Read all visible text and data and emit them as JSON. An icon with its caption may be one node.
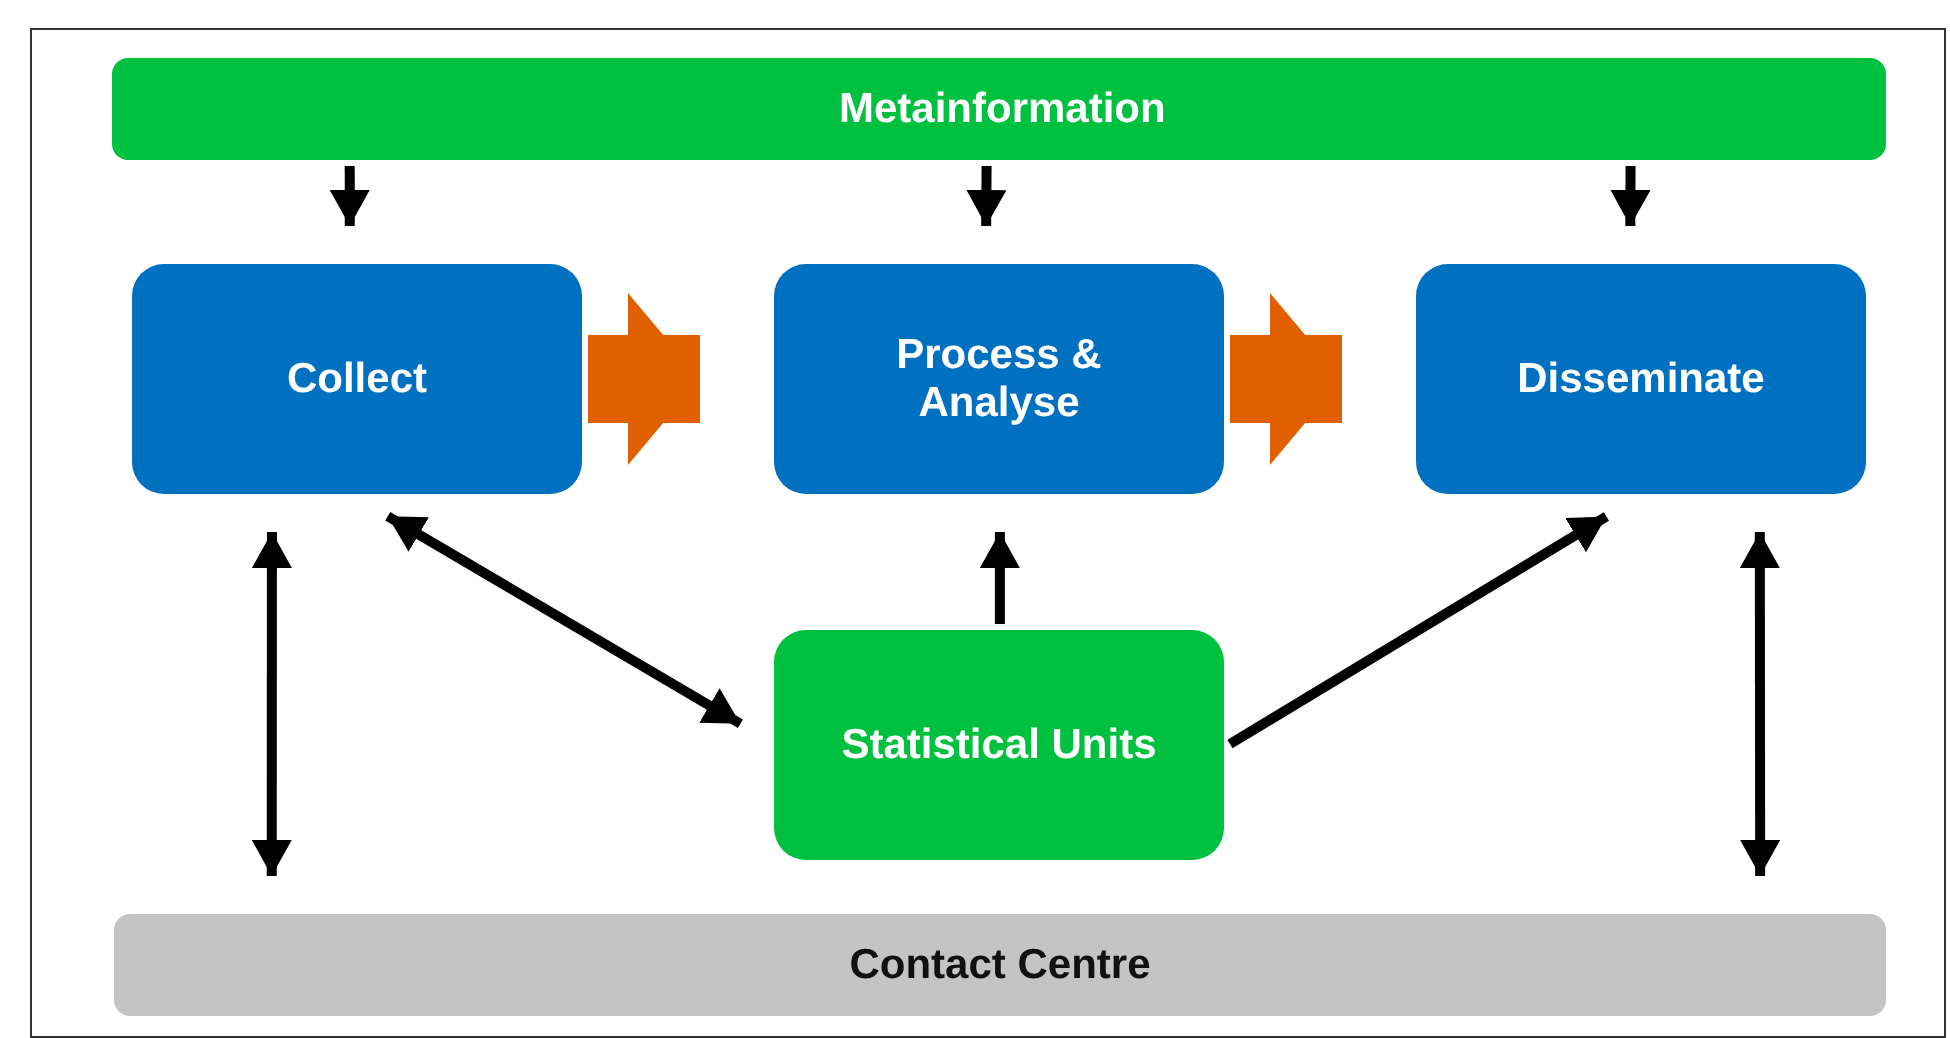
{
  "diagram": {
    "nodes": [
      {
        "text": [
          "Metainformation"
        ]
      },
      {
        "text": [
          "Collect"
        ]
      },
      {
        "text": [
          "Process & Analyse"
        ]
      },
      {
        "text": [
          "Disseminate"
        ]
      },
      {
        "text": [
          "Statistical Units"
        ]
      },
      {
        "text": [
          "Contact Centre"
        ]
      }
    ],
    "edges": [
      {
        "from": 0,
        "to": 1,
        "arrow": "to"
      },
      {
        "from": 0,
        "to": 2,
        "arrow": "to"
      },
      {
        "from": 0,
        "to": 3,
        "arrow": "to"
      },
      {
        "from": 1,
        "to": 2,
        "arrow": "to",
        "style": "thick",
        "color": "#e06000"
      },
      {
        "from": 2,
        "to": 3,
        "arrow": "to",
        "style": "thick",
        "color": "#e06000"
      },
      {
        "from": 1,
        "to": 4,
        "arrow": "both"
      },
      {
        "from": 4,
        "to": 2,
        "arrow": "to"
      },
      {
        "from": 4,
        "to": 3,
        "arrow": "to"
      },
      {
        "from": 1,
        "to": 5,
        "arrow": "both"
      },
      {
        "from": 3,
        "to": 5,
        "arrow": "both"
      }
    ]
  }
}
